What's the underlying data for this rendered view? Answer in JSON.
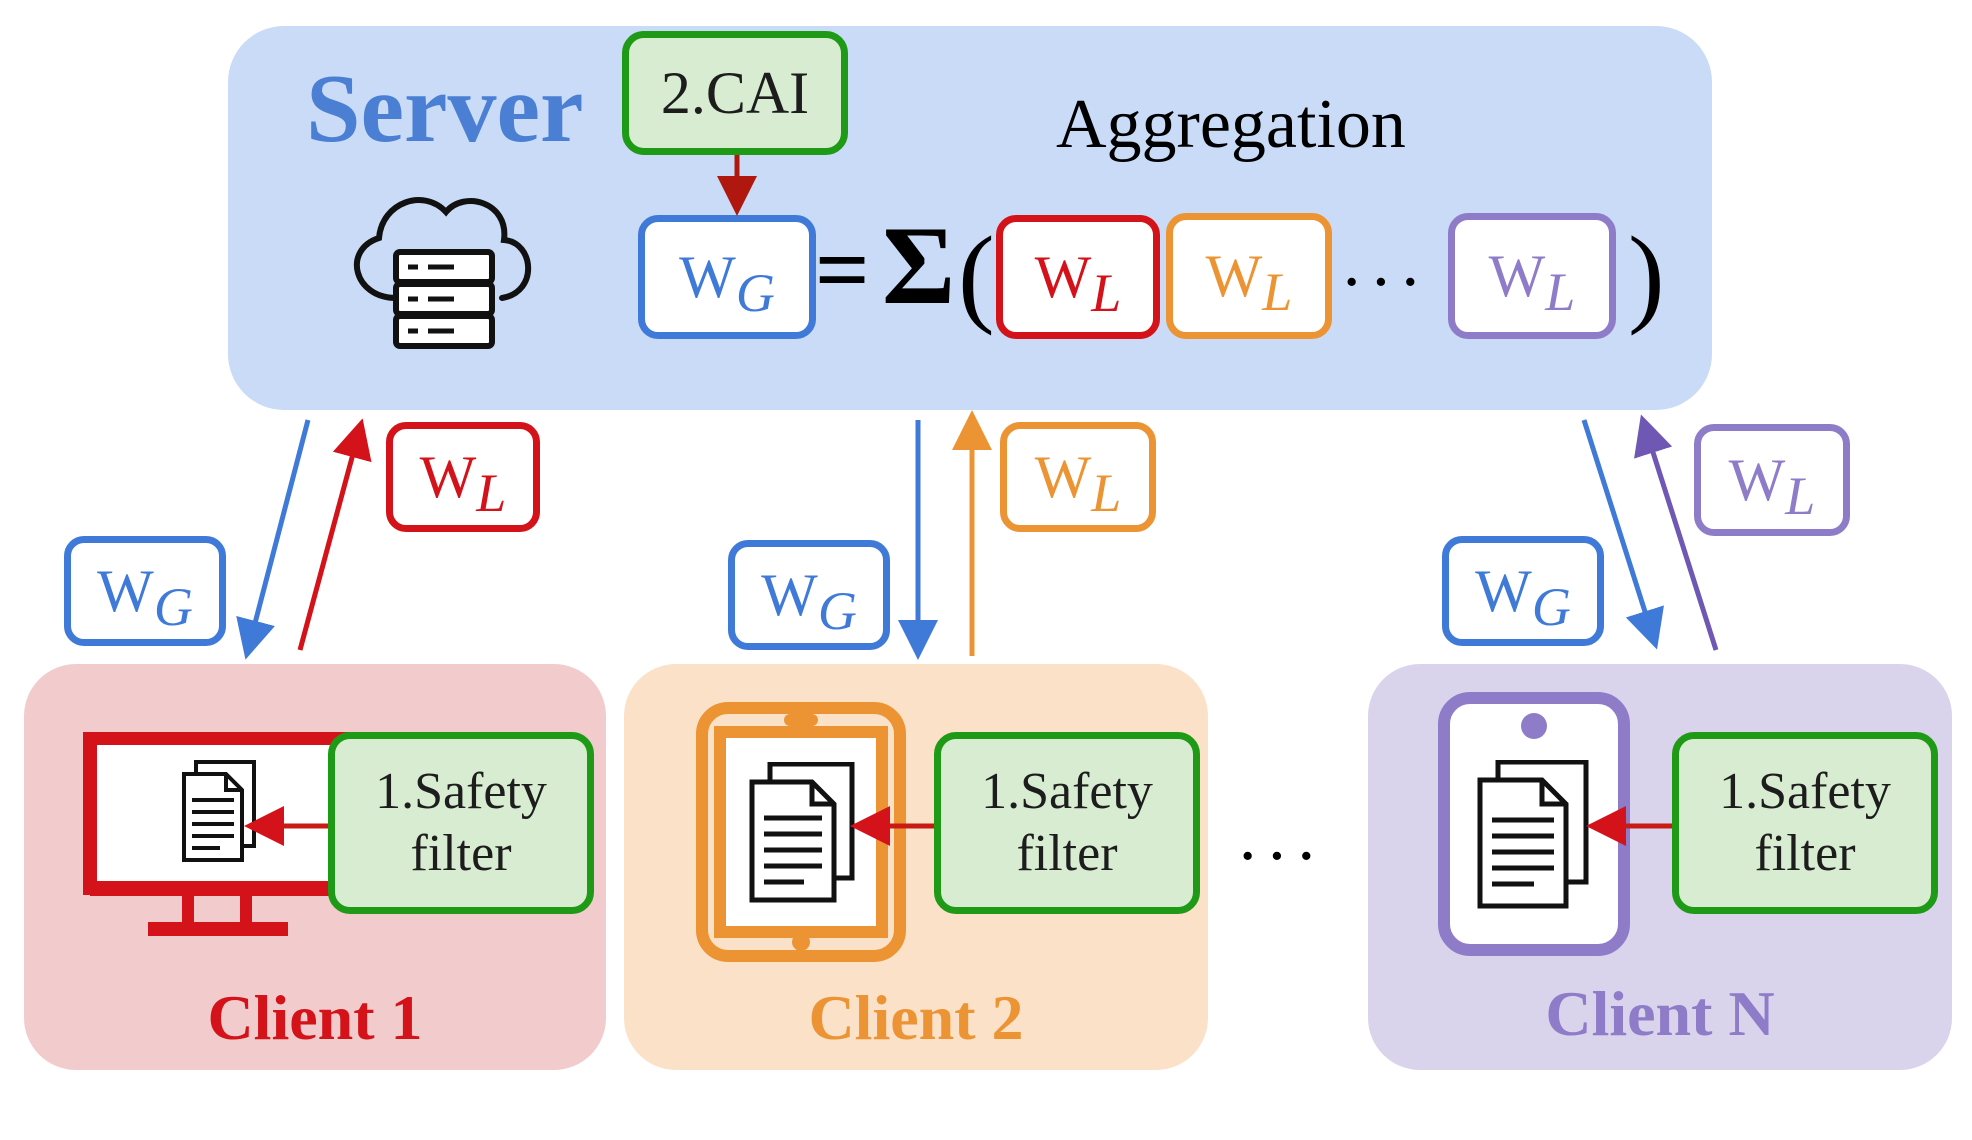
{
  "server": {
    "title": "Server",
    "aggregation_label": "Aggregation",
    "cai_label": "2.CAI",
    "global_weight": {
      "base": "W",
      "sub": "G"
    },
    "equals": "=",
    "sigma": "Σ",
    "open_paren": "(",
    "close_paren": ")",
    "local_weights": [
      {
        "base": "W",
        "sub": "L",
        "color": "#d3121a"
      },
      {
        "base": "W",
        "sub": "L",
        "color": "#ec9434"
      },
      {
        "base": "W",
        "sub": "L",
        "color": "#8f7cc8"
      }
    ],
    "ellipsis": "···",
    "icon": "cloud-server-icon",
    "color": "#4a7fd4",
    "panel_color": "#c9dbf6"
  },
  "clients": [
    {
      "title": "Client 1",
      "color": "#d3121a",
      "panel_color": "#f2cbcc",
      "device_icon": "monitor-icon",
      "filter_label_line1": "1.Safety",
      "filter_label_line2": "filter",
      "sent_weight": {
        "base": "W",
        "sub": "G"
      },
      "returned_weight": {
        "base": "W",
        "sub": "L"
      }
    },
    {
      "title": "Client 2",
      "color": "#ec9434",
      "panel_color": "#fbe1c8",
      "device_icon": "tablet-icon",
      "filter_label_line1": "1.Safety",
      "filter_label_line2": "filter",
      "sent_weight": {
        "base": "W",
        "sub": "G"
      },
      "returned_weight": {
        "base": "W",
        "sub": "L"
      }
    },
    {
      "title": "Client N",
      "color": "#8f7cc8",
      "panel_color": "#dad3ec",
      "device_icon": "phone-icon",
      "filter_label_line1": "1.Safety",
      "filter_label_line2": "filter",
      "sent_weight": {
        "base": "W",
        "sub": "G"
      },
      "returned_weight": {
        "base": "W",
        "sub": "L"
      }
    }
  ],
  "clients_ellipsis": "···",
  "colors": {
    "global": "#3f7ad8",
    "filter_green": "#1e9a16",
    "filter_fill": "#d8ecd2",
    "arrow_red": "#c81b14"
  }
}
